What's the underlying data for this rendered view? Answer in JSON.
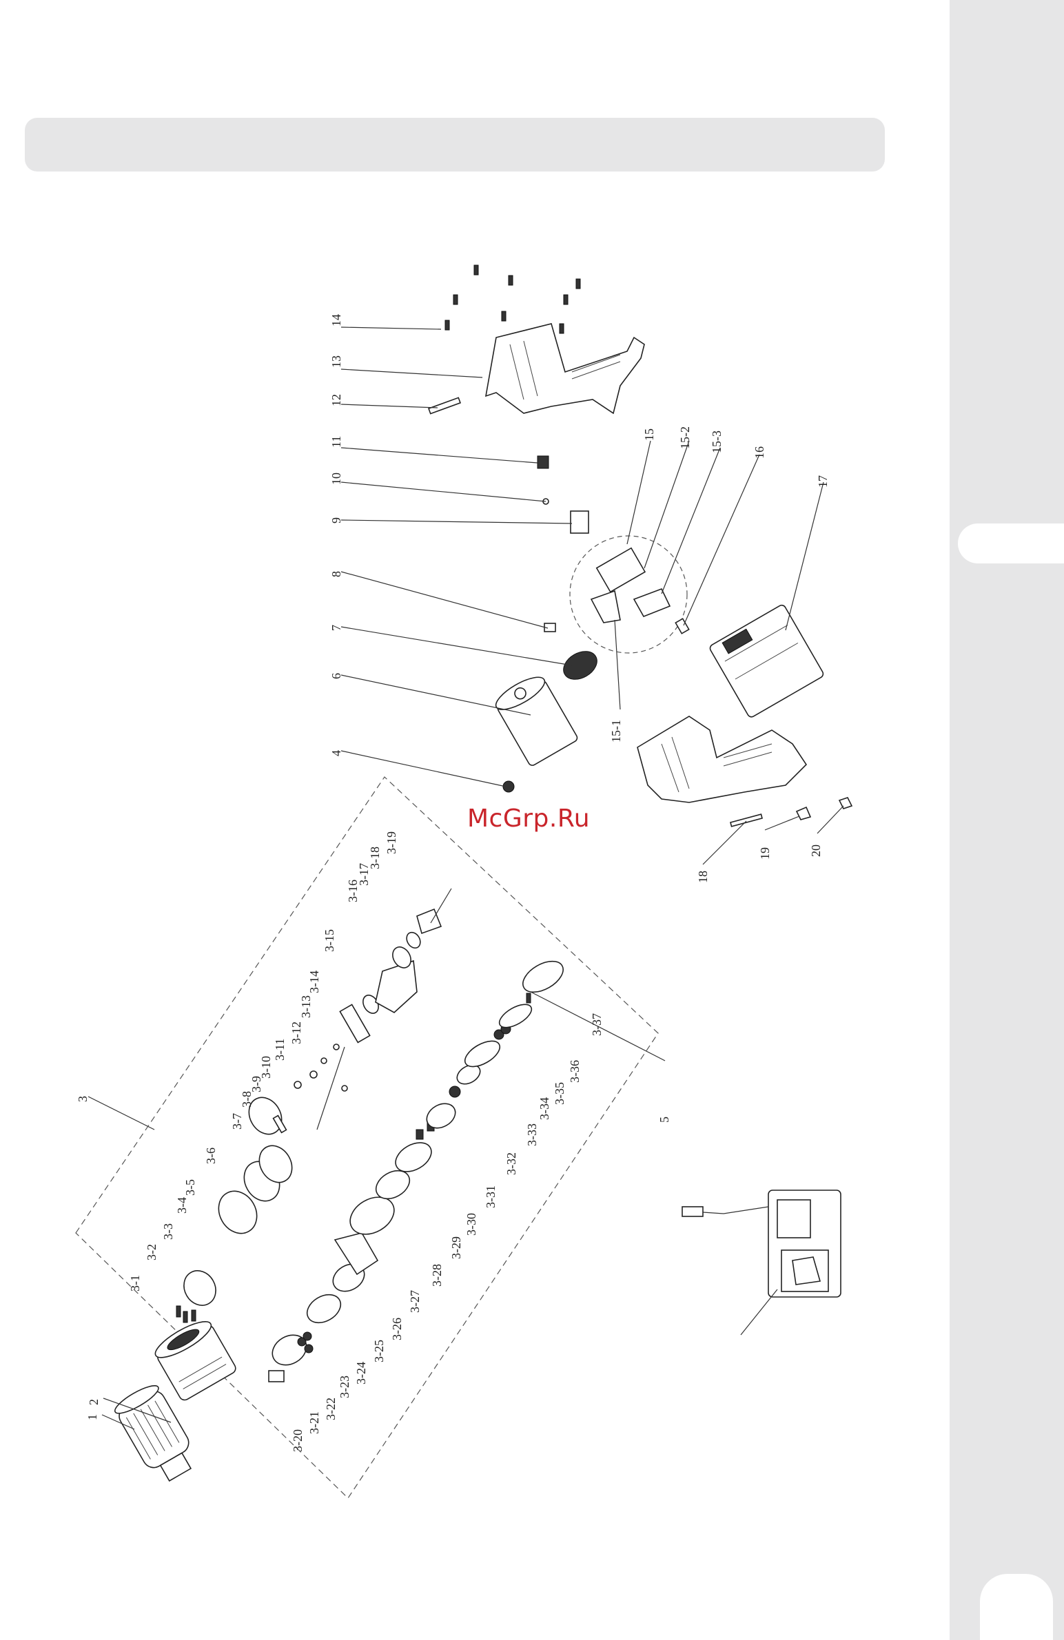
{
  "watermark": {
    "text": "McGrp.Ru"
  },
  "callouts": [
    "1",
    "2",
    "3",
    "3-1",
    "3-2",
    "3-3",
    "3-4",
    "3-5",
    "3-6",
    "3-7",
    "3-8",
    "3-9",
    "3-10",
    "3-11",
    "3-12",
    "3-13",
    "3-14",
    "3-15",
    "3-16",
    "3-17",
    "3-18",
    "3-19",
    "3-20",
    "3-21",
    "3-22",
    "3-23",
    "3-24",
    "3-25",
    "3-26",
    "3-27",
    "3-28",
    "3-29",
    "3-30",
    "3-31",
    "3-32",
    "3-33",
    "3-34",
    "3-35",
    "3-36",
    "3-37",
    "4",
    "5",
    "6",
    "7",
    "8",
    "9",
    "10",
    "11",
    "12",
    "13",
    "14",
    "15",
    "15-1",
    "15-2",
    "15-3",
    "16",
    "17",
    "18",
    "19",
    "20"
  ],
  "colors": {
    "sidebar": "#e6e6e7",
    "title_bar": "#e6e6e7",
    "watermark": "#c9252b"
  }
}
